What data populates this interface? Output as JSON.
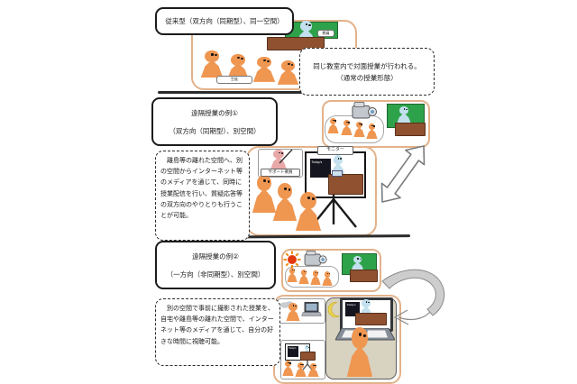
{
  "colors": {
    "accent_border": "#E3B28A",
    "figure_orange": "#EF9651",
    "teacher_blue": "#C2E0ED",
    "support_pink": "#E9A8A8",
    "board_green": "#2EA24A",
    "desk_brown": "#8F5130",
    "panel_beige": "#D8D2C0"
  },
  "sec1": {
    "title": "従来型（双方向（同期型）、同一空間）",
    "callout": {
      "line1": "同じ教室内で対面授業が行われる。",
      "line2": "（通常の授業形態）"
    },
    "board_label": "教員",
    "students_label": "生徒"
  },
  "sec2": {
    "title_line1": "遠隔授業の例①",
    "title_line2": "（双方向（同期型）、別空間）",
    "description": "　離島等の離れた空間へ、別の空間からインターネット等のメディアを通じて、同時に授業配信を行い、質疑応答等の双方向のやりとりも行うことが可能。",
    "monitor_label": "モニター",
    "support_label": "サポート要員",
    "screen_text": "Today's"
  },
  "sec3": {
    "title_line1": "遠隔授業の例②",
    "title_line2": "（一方向（非同期型）、別空間）",
    "description": "　別の空間で事前に撮影された授業を、自宅や離島等の離れた空間で、インターネット等のメディアを通じて、自分の好きな時間に視聴可能。",
    "screen_text": "Today's"
  }
}
